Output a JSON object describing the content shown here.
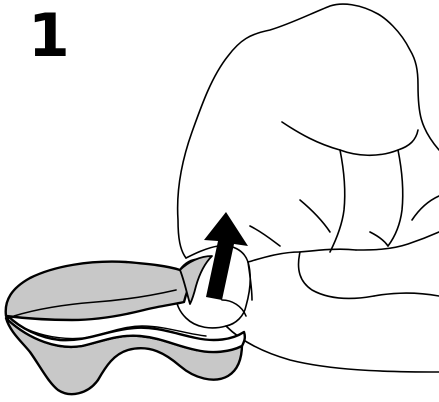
{
  "step": {
    "number": "1"
  },
  "colors": {
    "outline": "#000000",
    "fill_gray": "#c8c8c8",
    "background": "#ffffff"
  },
  "icons": {
    "arrow": "up-arrow-icon",
    "hand": "hand-illustration",
    "pad": "peel-off-pad-illustration"
  }
}
